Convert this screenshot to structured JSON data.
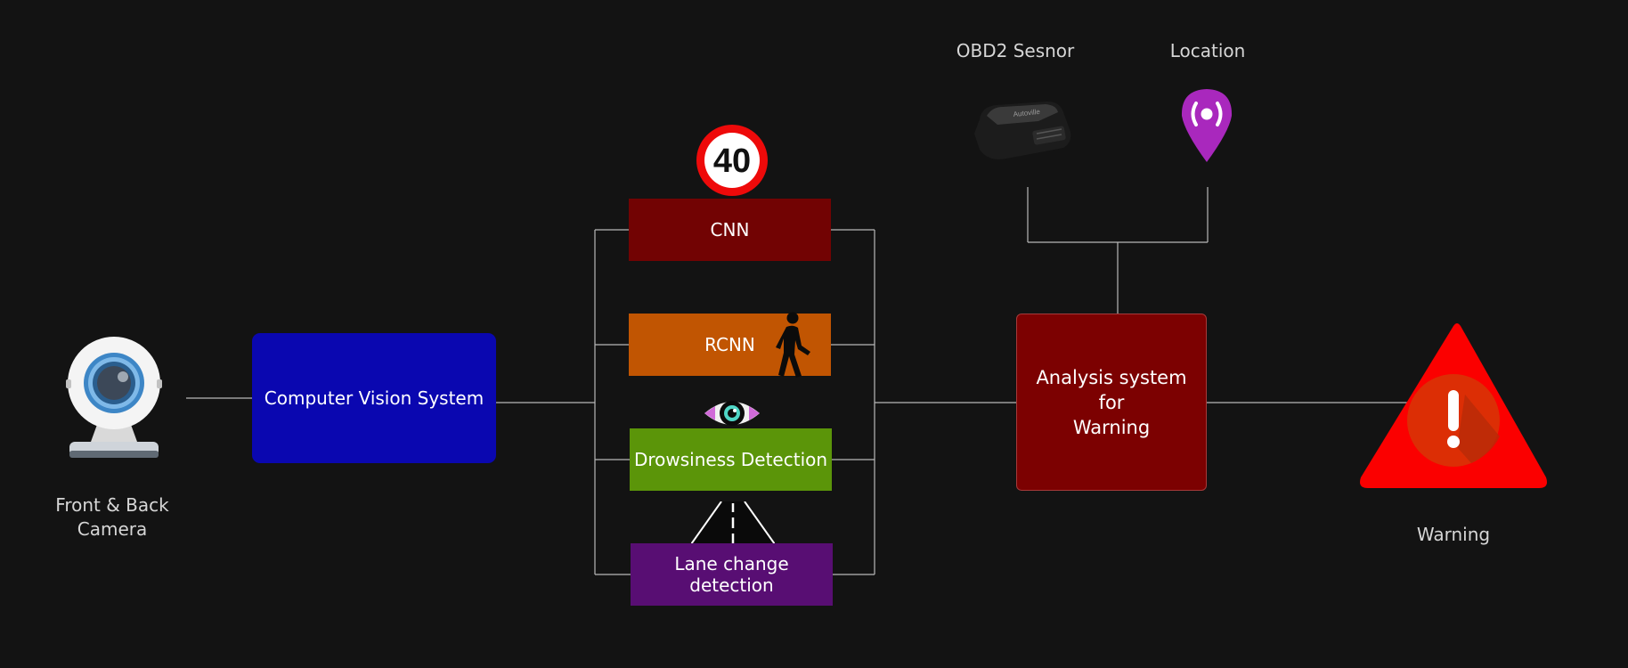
{
  "diagram": {
    "nodes": {
      "camera_label": "Front & Back\nCamera",
      "cv_system": "Computer Vision System",
      "cnn": "CNN",
      "rcnn": "RCNN",
      "drowsiness": "Drowsiness Detection",
      "lane": "Lane change detection",
      "analysis": "Analysis system\nfor\nWarning",
      "obd2_label": "OBD2 Sesnor",
      "location_label": "Location",
      "warning_label": "Warning"
    },
    "icons": {
      "speed_sign_value": "40",
      "obd2_device_text": "Autoville",
      "camera": "webcam-icon",
      "speed_sign": "speed-limit-sign-icon",
      "pedestrian": "pedestrian-icon",
      "eye": "eye-icon",
      "road": "road-icon",
      "obd2": "obd2-device-icon",
      "location": "location-pin-icon",
      "warning": "warning-triangle-icon"
    },
    "colors": {
      "background": "#131313",
      "cv_system": "#0a07b0",
      "cnn": "#720303",
      "rcnn": "#c15502",
      "drowsiness": "#5b9509",
      "lane": "#580e73",
      "analysis": "#7c0101",
      "warning": "#fb0000",
      "connector": "#b8b8b8"
    }
  }
}
